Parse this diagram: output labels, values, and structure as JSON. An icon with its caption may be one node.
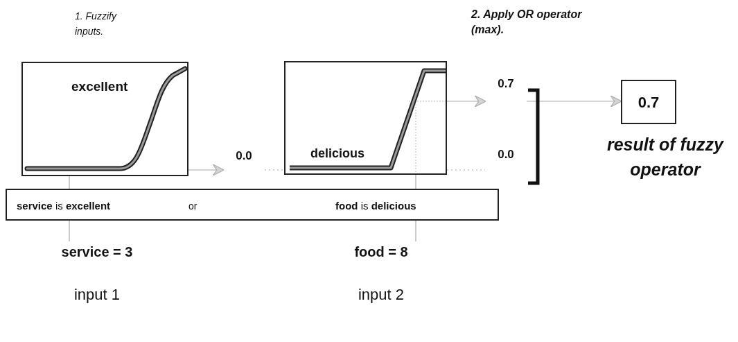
{
  "diagram": {
    "nodes": [
      {
        "text": [
          "excellent"
        ]
      },
      {
        "text": [
          "delicious"
        ]
      },
      {
        "text": [
          "0.0"
        ]
      },
      {
        "text": [
          "0.7"
        ]
      },
      {
        "text": [
          "0.0"
        ]
      },
      {
        "text": [
          "0.7"
        ],
        "beside": [
          "result of fuzzy operator"
        ]
      },
      {
        "text": [
          "**service** is **excellent**",
          "or",
          "**food** is **delicious**"
        ]
      },
      {
        "text": [
          "service = 3"
        ],
        "beside": [
          "input 1"
        ]
      },
      {
        "text": [
          "food = 8"
        ],
        "beside": [
          "input 2"
        ]
      }
    ],
    "edges": [
      {
        "from": 0,
        "to": 2,
        "arrow": "to"
      },
      {
        "from": 2,
        "to": 1,
        "arrow": "none",
        "style": "dashed"
      },
      {
        "from": 1,
        "to": 3,
        "arrow": "to"
      },
      {
        "from": 3,
        "to": 5,
        "arrow": "to"
      },
      {
        "from": 1,
        "to": 4,
        "arrow": "none",
        "style": "dashed"
      },
      {
        "from": 6,
        "to": 0,
        "arrow": "none"
      },
      {
        "from": 7,
        "to": 6,
        "arrow": "none"
      },
      {
        "from": 6,
        "to": 1,
        "arrow": "none"
      },
      {
        "from": 8,
        "to": 6,
        "arrow": "none"
      }
    ],
    "labels": [
      "1. Fuzzify inputs.",
      "2. Apply OR operator (max)."
    ]
  }
}
